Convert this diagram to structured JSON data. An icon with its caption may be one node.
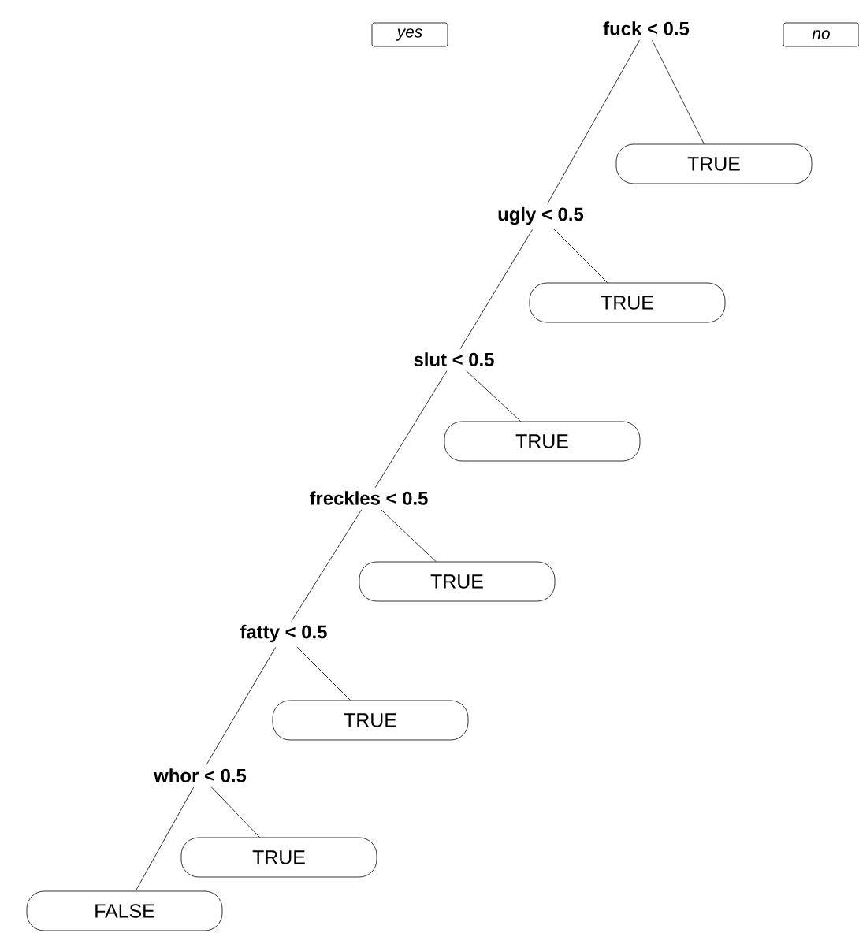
{
  "diagram": {
    "nodes": [
      {
        "text": [
          "fuck < 0.5"
        ]
      },
      {
        "text": [
          "TRUE"
        ]
      },
      {
        "text": [
          "ugly < 0.5"
        ]
      },
      {
        "text": [
          "TRUE"
        ]
      },
      {
        "text": [
          "slut < 0.5"
        ]
      },
      {
        "text": [
          "TRUE"
        ]
      },
      {
        "text": [
          "freckles < 0.5"
        ]
      },
      {
        "text": [
          "TRUE"
        ]
      },
      {
        "text": [
          "fatty < 0.5"
        ]
      },
      {
        "text": [
          "TRUE"
        ]
      },
      {
        "text": [
          "whor < 0.5"
        ]
      },
      {
        "text": [
          "TRUE"
        ]
      },
      {
        "text": [
          "FALSE"
        ]
      }
    ],
    "edges": [
      {
        "from": 0,
        "to": 2,
        "arrow": "none"
      },
      {
        "from": 0,
        "to": 1,
        "arrow": "none"
      },
      {
        "from": 2,
        "to": 4,
        "arrow": "none"
      },
      {
        "from": 2,
        "to": 3,
        "arrow": "none"
      },
      {
        "from": 4,
        "to": 6,
        "arrow": "none"
      },
      {
        "from": 4,
        "to": 5,
        "arrow": "none"
      },
      {
        "from": 6,
        "to": 8,
        "arrow": "none"
      },
      {
        "from": 6,
        "to": 7,
        "arrow": "none"
      },
      {
        "from": 8,
        "to": 10,
        "arrow": "none"
      },
      {
        "from": 8,
        "to": 9,
        "arrow": "none"
      },
      {
        "from": 10,
        "to": 12,
        "arrow": "none"
      },
      {
        "from": 10,
        "to": 11,
        "arrow": "none"
      }
    ],
    "labels": [
      "yes",
      "no"
    ]
  }
}
